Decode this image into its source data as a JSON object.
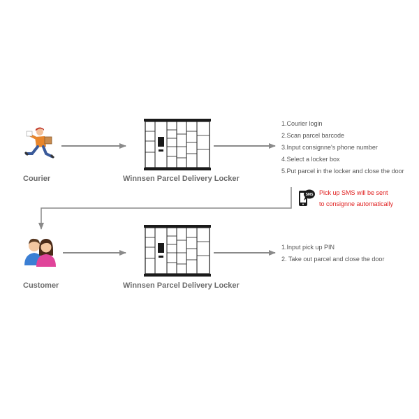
{
  "top_row": {
    "actor_label": "Courier",
    "locker_label": "Winnsen Parcel Delivery Locker",
    "steps": [
      "1.Courier login",
      "2.Scan parcel barcode",
      "3.Input consignne's phone number",
      "4.Select a locker box",
      "5.Put parcel in the locker and close the door"
    ]
  },
  "sms": {
    "badge_text": "SMS",
    "lines": [
      "Pick up SMS will be sent",
      "to consignne automatically"
    ]
  },
  "bottom_row": {
    "actor_label": "Customer",
    "locker_label": "Winnsen Parcel Delivery Locker",
    "steps": [
      "1.Input pick up PIN",
      "2. Take out parcel and close the door"
    ]
  },
  "colors": {
    "arrow": "#8a8a8a",
    "sms_text": "#e02020",
    "label": "#6b6b6b",
    "locker_frame": "#1a1a1a"
  },
  "icons": {
    "courier": "courier-running-icon",
    "customer": "customer-couple-icon",
    "locker": "parcel-locker-icon",
    "phone": "phone-sms-icon"
  }
}
